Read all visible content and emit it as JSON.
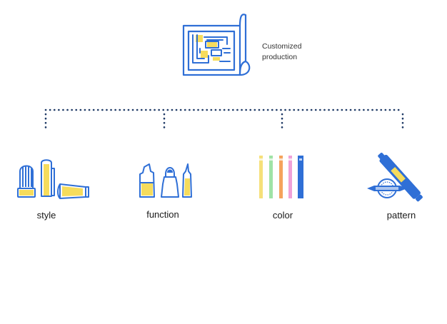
{
  "diagram": {
    "root": {
      "label_line1": "Customized",
      "label_line2": "production",
      "icon": "blueprint-icon"
    },
    "branches": [
      {
        "label": "style",
        "icon": "marker-caps-icon"
      },
      {
        "label": "function",
        "icon": "marker-tips-icon"
      },
      {
        "label": "color",
        "icon": "color-markers-icon"
      },
      {
        "label": "pattern",
        "icon": "printed-marker-icon"
      }
    ]
  },
  "colors": {
    "primary_blue": "#2f6fd6",
    "accent_yellow": "#f6dc5c",
    "connector": "#1f3a66"
  }
}
